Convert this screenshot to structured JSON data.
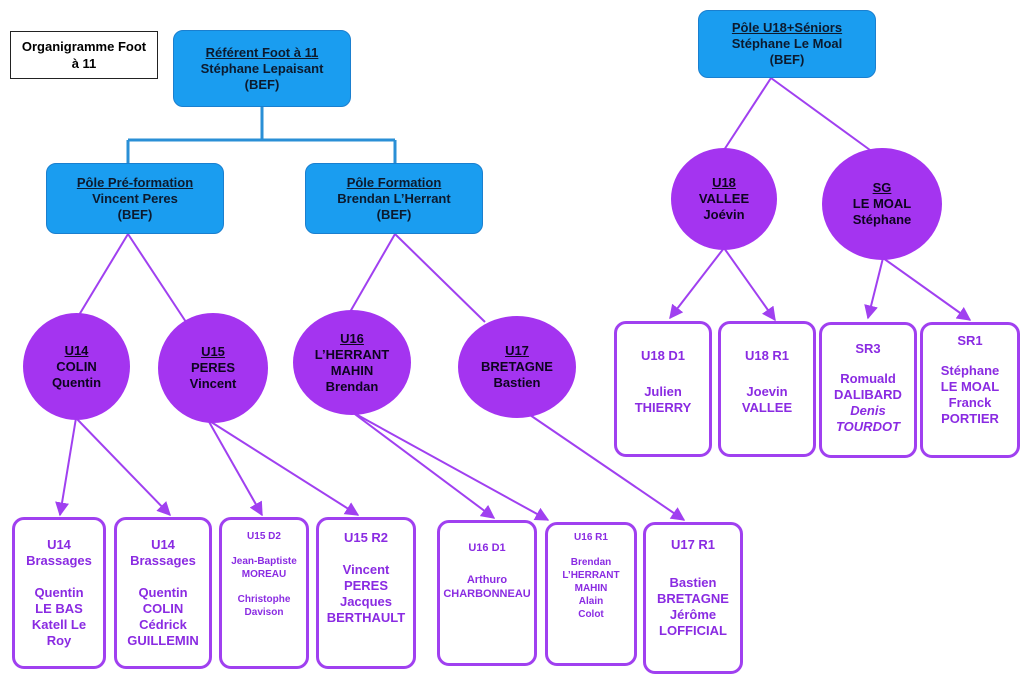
{
  "title": {
    "line1": "Organigramme Foot",
    "line2": "à 11"
  },
  "poles": {
    "referent": {
      "head": "Référent Foot à 11",
      "name": "Stéphane Lepaisant",
      "note": "(BEF)"
    },
    "preformation": {
      "head": "Pôle Pré-formation",
      "name": "Vincent Peres",
      "note": "(BEF)"
    },
    "formation": {
      "head": "Pôle Formation",
      "name": "Brendan L’Herrant",
      "note": "(BEF)"
    },
    "seniors": {
      "head": "Pôle U18+Séniors",
      "name": "Stéphane Le Moal",
      "note": "(BEF)"
    }
  },
  "circles": {
    "u14": {
      "head": "U14",
      "l1": "COLIN",
      "l2": "Quentin"
    },
    "u15": {
      "head": "U15",
      "l1": "PERES",
      "l2": "Vincent"
    },
    "u16": {
      "head": "U16",
      "l1": "L’HERRANT",
      "l2": "MAHIN",
      "l3": "Brendan"
    },
    "u17": {
      "head": "U17",
      "l1": "BRETAGNE",
      "l2": "Bastien"
    },
    "u18": {
      "head": "U18",
      "l1": "VALLEE",
      "l2": "Joévin"
    },
    "sg": {
      "head": "SG",
      "l1": "LE MOAL",
      "l2": "Stéphane"
    }
  },
  "teams": {
    "u14a": {
      "l1": "U14",
      "l2": "Brassages",
      "l3": "Quentin",
      "l4": "LE BAS",
      "l5": "Katell Le",
      "l6": "Roy"
    },
    "u14b": {
      "l1": "U14",
      "l2": "Brassages",
      "l3": "Quentin",
      "l4": "COLIN",
      "l5": "Cédrick",
      "l6": "GUILLEMIN"
    },
    "u15d2": {
      "l1": "U15 D2",
      "l2": "Jean-Baptiste",
      "l3": "MOREAU",
      "l4": "Christophe",
      "l5": "Davison"
    },
    "u15r2": {
      "l1": "U15 R2",
      "l2": "Vincent",
      "l3": "PERES",
      "l4": "Jacques",
      "l5": "BERTHAULT"
    },
    "u16d1": {
      "l1": "U16 D1",
      "l2": "Arthuro",
      "l3": "CHARBONNEAU"
    },
    "u16r1": {
      "l1": "U16 R1",
      "l2": "Brendan",
      "l3": "L’HERRANT",
      "l4": "MAHIN",
      "l5": "Alain",
      "l6": "Colot"
    },
    "u17r1": {
      "l1": "U17 R1",
      "l2": "Bastien",
      "l3": "BRETAGNE",
      "l4": "Jérôme",
      "l5": "LOFFICIAL"
    },
    "u18d1": {
      "l1": "U18 D1",
      "l2": "Julien",
      "l3": "THIERRY"
    },
    "u18r1": {
      "l1": "U18 R1",
      "l2": "Joevin",
      "l3": "VALLEE"
    },
    "sr3": {
      "l1": "SR3",
      "l2": "Romuald",
      "l3": "DALIBARD",
      "l4": "Denis",
      "l5": "TOURDOT"
    },
    "sr1": {
      "l1": "SR1",
      "l2": "Stéphane",
      "l3": "LE MOAL",
      "l4": "Franck",
      "l5": "PORTIER"
    }
  },
  "colors": {
    "pole": "#1a9df0",
    "circle": "#a434f0",
    "team_border": "#a040f0",
    "connector_blue": "#2a8fd6",
    "connector_purple": "#a040f0"
  }
}
